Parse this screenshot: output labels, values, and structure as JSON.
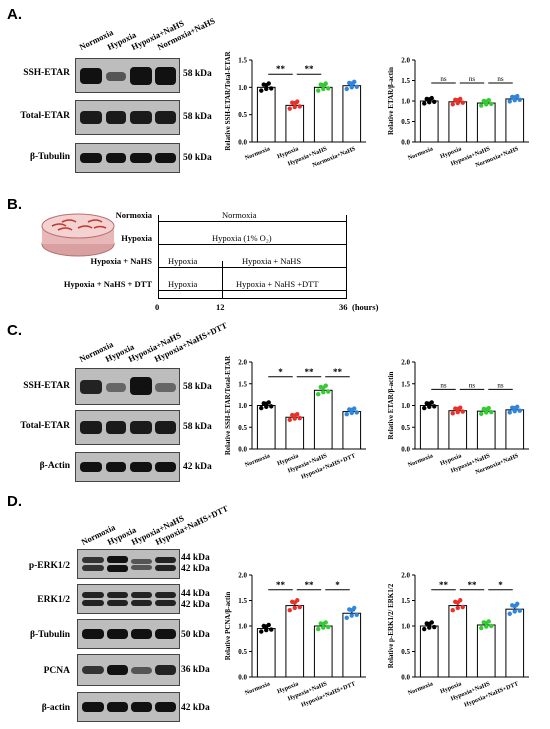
{
  "panels": {
    "A": "A.",
    "B": "B.",
    "C": "C.",
    "D": "D."
  },
  "lanes_A": [
    "Normoxia",
    "Hypoxia",
    "Hypoxia+NaHS",
    "Normoxia+NaHS"
  ],
  "lanes_C": [
    "Normoxia",
    "Hypoxia",
    "Hypoxia+NaHS",
    "Hypoxia+NaHS+DTT"
  ],
  "lanes_D": [
    "Normoxia",
    "Hypoxia",
    "Hypoxia+NaHS",
    "Hypoxia+NaHS+DTT"
  ],
  "blots_A": [
    {
      "label": "SSH-ETAR",
      "kda": "58 kDa"
    },
    {
      "label": "Total-ETAR",
      "kda": "58 kDa"
    },
    {
      "label": "β-Tubulin",
      "kda": "50 kDa"
    }
  ],
  "blots_C": [
    {
      "label": "SSH-ETAR",
      "kda": "58 kDa"
    },
    {
      "label": "Total-ETAR",
      "kda": "58 kDa"
    },
    {
      "label": "β-Actin",
      "kda": "42 kDa"
    }
  ],
  "blots_D": [
    {
      "label": "p-ERK1/2",
      "kda": "44 kDa",
      "kda2": "42 kDa"
    },
    {
      "label": "ERK1/2",
      "kda": "44 kDa",
      "kda2": "42 kDa"
    },
    {
      "label": "β-Tubulin",
      "kda": "50 kDa"
    },
    {
      "label": "PCNA",
      "kda": "36 kDa"
    },
    {
      "label": "β-actin",
      "kda": "42 kDa"
    }
  ],
  "timeline": {
    "rows": [
      {
        "label": "Normoxia",
        "segments": [
          "Normoxia"
        ]
      },
      {
        "label": "Hypoxia",
        "segments": [
          "Hypoxia (1% O₂)"
        ]
      },
      {
        "label": "Hypoxia + NaHS",
        "segments": [
          "Hypoxia",
          "Hypoxia + NaHS"
        ]
      },
      {
        "label": "Hypoxia + NaHS + DTT",
        "segments": [
          "Hypoxia",
          "Hypoxia + NaHS +DTT"
        ]
      }
    ],
    "ticks": [
      "0",
      "12",
      "36"
    ],
    "unit": "(hours)"
  },
  "chart_data": [
    {
      "id": "A1",
      "type": "bar",
      "categories": [
        "Normoxia",
        "Hypoxia",
        "Hypoxia+NaHS",
        "Normoxia+NaHS"
      ],
      "values": [
        1.0,
        0.67,
        1.0,
        1.03
      ],
      "errors": [
        0.05,
        0.03,
        0.03,
        0.03
      ],
      "colors": [
        "#000000",
        "#e8312a",
        "#33cc33",
        "#2e86de"
      ],
      "ylabel": "Relative SSH-ETAR/Total-ETAR",
      "ylim": [
        0,
        1.5
      ],
      "yticks": [
        "0.0",
        "0.5",
        "1.0",
        "1.5"
      ],
      "sig": [
        {
          "a": 0,
          "b": 1,
          "t": "**"
        },
        {
          "a": 1,
          "b": 2,
          "t": "**"
        }
      ]
    },
    {
      "id": "A2",
      "type": "bar",
      "categories": [
        "Normoxia",
        "Hypoxia",
        "Hypoxia+NaHS",
        "Normoxia+NaHS"
      ],
      "values": [
        1.0,
        0.98,
        0.95,
        1.05
      ],
      "errors": [
        0.04,
        0.04,
        0.04,
        0.05
      ],
      "colors": [
        "#000000",
        "#e8312a",
        "#33cc33",
        "#2e86de"
      ],
      "ylabel": "Relative ETAR/β-actin",
      "ylim": [
        0,
        2.0
      ],
      "yticks": [
        "0.0",
        "0.5",
        "1.0",
        "1.5",
        "2.0"
      ],
      "sig": [
        {
          "a": 0,
          "b": 1,
          "t": "ns"
        },
        {
          "a": 1,
          "b": 2,
          "t": "ns"
        },
        {
          "a": 2,
          "b": 3,
          "t": "ns"
        }
      ]
    },
    {
      "id": "C1",
      "type": "bar",
      "categories": [
        "Normoxia",
        "Hypoxia",
        "Hypoxia+NaHS",
        "Hypoxia+NaHS+DTT"
      ],
      "values": [
        1.0,
        0.73,
        1.35,
        0.86
      ],
      "errors": [
        0.04,
        0.04,
        0.07,
        0.07
      ],
      "colors": [
        "#000000",
        "#e8312a",
        "#33cc33",
        "#2e86de"
      ],
      "ylabel": "Relative SSH-ETAR/Total-ETAR",
      "ylim": [
        0,
        2.0
      ],
      "yticks": [
        "0.0",
        "0.5",
        "1.0",
        "1.5",
        "2.0"
      ],
      "sig": [
        {
          "a": 0,
          "b": 1,
          "t": "*"
        },
        {
          "a": 1,
          "b": 2,
          "t": "**"
        },
        {
          "a": 2,
          "b": 3,
          "t": "**"
        }
      ]
    },
    {
      "id": "C2",
      "type": "bar",
      "categories": [
        "Normoxia",
        "Hypoxia",
        "Hypoxia+NaHS",
        "Normoxia+NaHS"
      ],
      "values": [
        1.0,
        0.88,
        0.87,
        0.9
      ],
      "errors": [
        0.03,
        0.03,
        0.04,
        0.07
      ],
      "colors": [
        "#000000",
        "#e8312a",
        "#33cc33",
        "#2e86de"
      ],
      "ylabel": "Relative ETAR/β-actin",
      "ylim": [
        0,
        2.0
      ],
      "yticks": [
        "0.0",
        "0.5",
        "1.0",
        "1.5",
        "2.0"
      ],
      "sig": [
        {
          "a": 0,
          "b": 1,
          "t": "ns"
        },
        {
          "a": 1,
          "b": 2,
          "t": "ns"
        },
        {
          "a": 2,
          "b": 3,
          "t": "ns"
        }
      ]
    },
    {
      "id": "D1",
      "type": "bar",
      "categories": [
        "Normoxia",
        "Hypoxia",
        "Hypoxia+NaHS",
        "Hypoxia+NaHS+DTT"
      ],
      "values": [
        0.95,
        1.4,
        1.0,
        1.25
      ],
      "errors": [
        0.04,
        0.07,
        0.05,
        0.05
      ],
      "colors": [
        "#000000",
        "#e8312a",
        "#33cc33",
        "#2e86de"
      ],
      "ylabel": "Relative PCNA/β-actin",
      "ylim": [
        0,
        2.0
      ],
      "yticks": [
        "0.0",
        "0.5",
        "1.0",
        "1.5",
        "2.0"
      ],
      "sig": [
        {
          "a": 0,
          "b": 1,
          "t": "**"
        },
        {
          "a": 1,
          "b": 2,
          "t": "**"
        },
        {
          "a": 2,
          "b": 3,
          "t": "*"
        }
      ]
    },
    {
      "id": "D2",
      "type": "bar",
      "categories": [
        "Normoxia",
        "Hypoxia",
        "Hypoxia+NaHS",
        "Hypoxia+NaHS+DTT"
      ],
      "values": [
        1.0,
        1.4,
        1.02,
        1.33
      ],
      "errors": [
        0.04,
        0.07,
        0.06,
        0.06
      ],
      "colors": [
        "#000000",
        "#e8312a",
        "#33cc33",
        "#2e86de"
      ],
      "ylabel": "Relative p-ERK1/2/ ERK1/2",
      "ylim": [
        0,
        2.0
      ],
      "yticks": [
        "0.0",
        "0.5",
        "1.0",
        "1.5",
        "2.0"
      ],
      "sig": [
        {
          "a": 0,
          "b": 1,
          "t": "**"
        },
        {
          "a": 1,
          "b": 2,
          "t": "**"
        },
        {
          "a": 2,
          "b": 3,
          "t": "*"
        }
      ]
    }
  ]
}
